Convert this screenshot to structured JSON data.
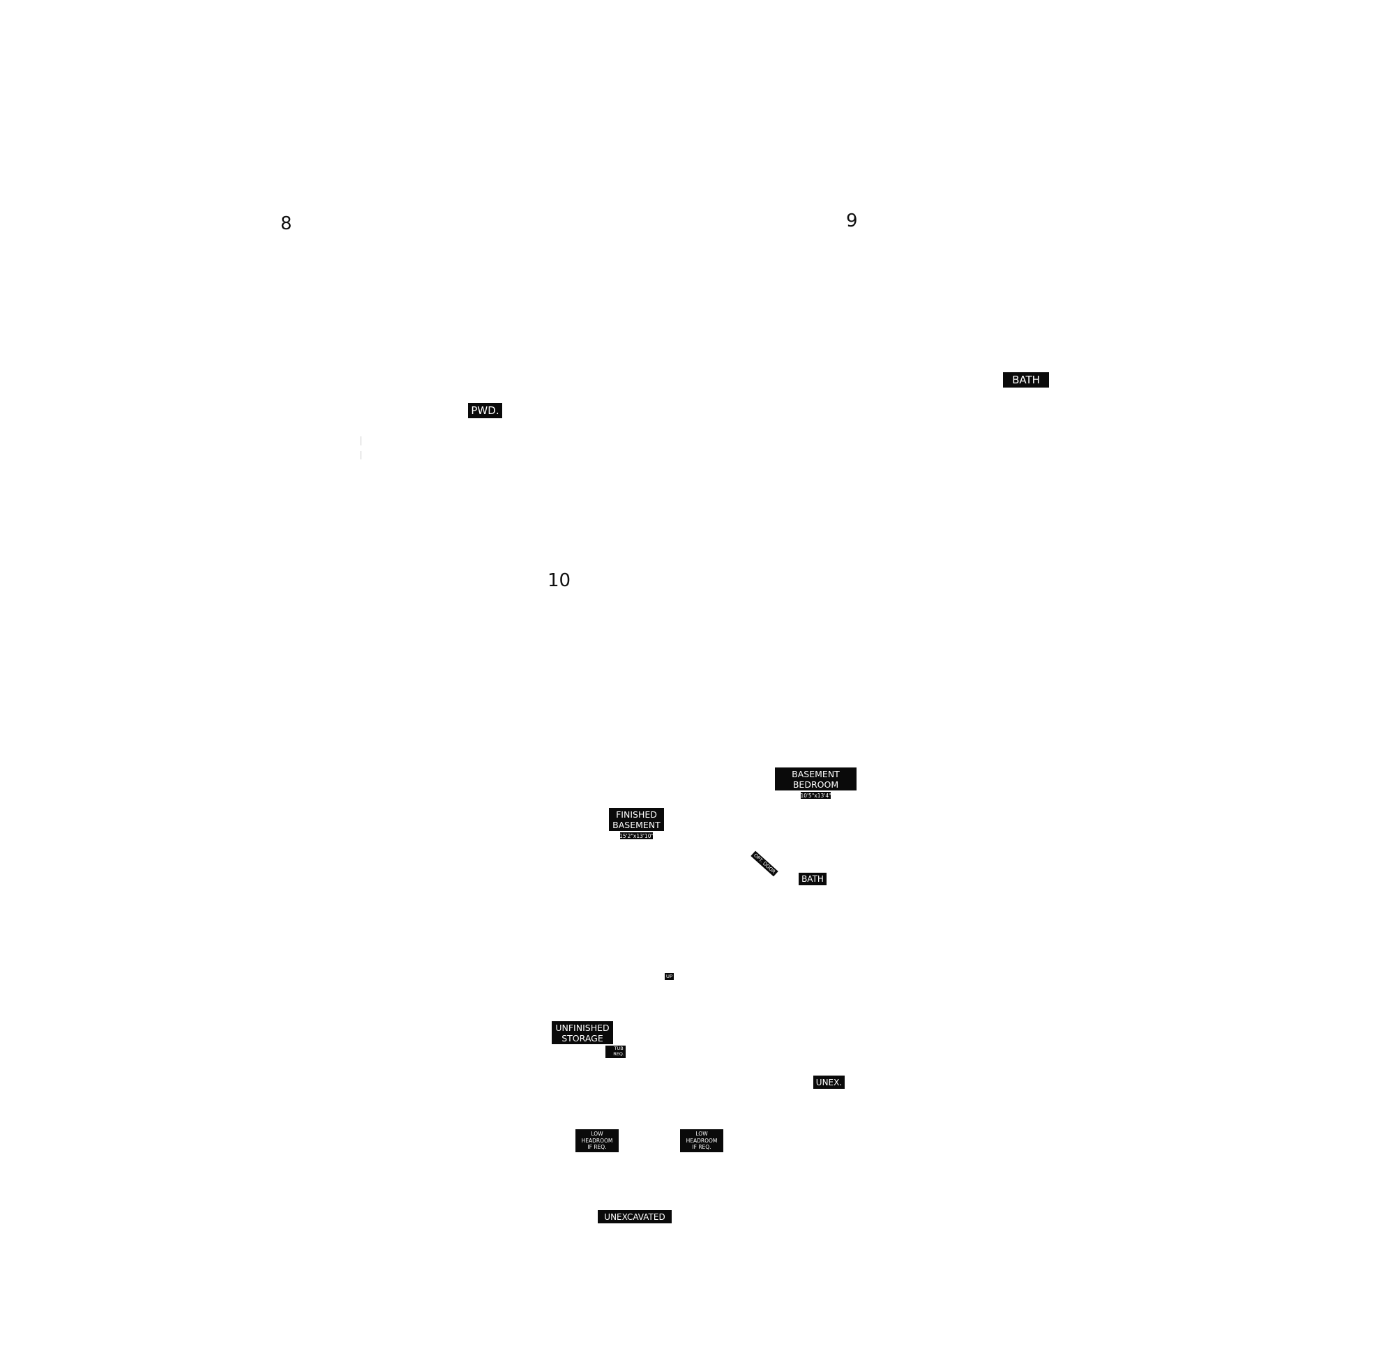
{
  "page_numbers": {
    "left": "8",
    "right": "9",
    "bottom": "10"
  },
  "upper_plan": {
    "bath_label": "BATH",
    "powder_label": "PWD."
  },
  "basement_plan": {
    "basement_bedroom_label": "BASEMENT\nBEDROOM",
    "basement_bedroom_dims": "10'5\"x13'4\"",
    "finished_basement_label": "FINISHED\nBASEMENT",
    "finished_basement_dims": "15'2\"x13'10\"",
    "door_label": "OPT. DOOR",
    "bath_label": "BATH",
    "up_label": "UP",
    "unfinished_storage_label": "UNFINISHED\nSTORAGE",
    "tub_label": "TUB\nREQ.",
    "unex_label": "UNEX.",
    "low_headroom_left_label": "LOW HEADROOM\nIF REQ.",
    "low_headroom_right_label": "LOW HEADROOM\nIF REQ.",
    "unexcavated_label": "UNEXCAVATED"
  },
  "colors": {
    "background": "#ffffff",
    "label_fill": "#0a0a0a",
    "label_text": "#ffffff",
    "number_text": "#111111"
  }
}
